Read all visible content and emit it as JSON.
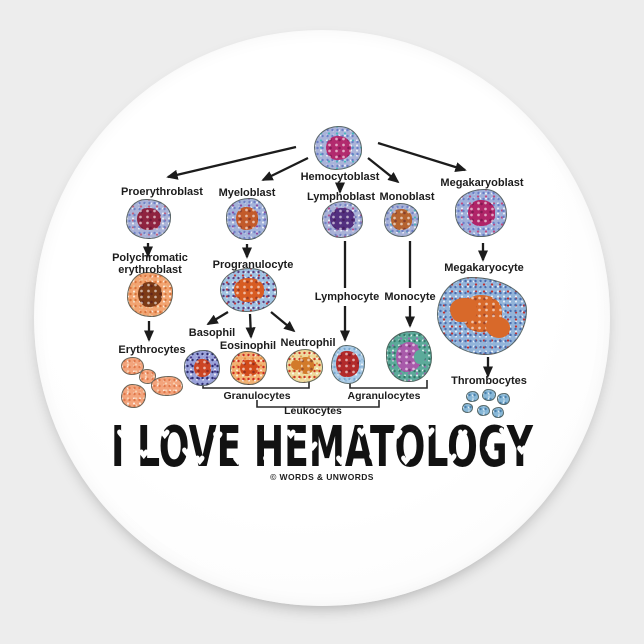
{
  "theme": {
    "backdrop": "#ededed",
    "sticker": "#fbfbfb",
    "ink": "#1c1c1c",
    "title_ink": "#121212",
    "heart": "#ffffff"
  },
  "title": {
    "text": "I LOVE HEMATOLOGY",
    "credit": "© WORDS & UNWORDS"
  },
  "diagram": {
    "labels": {
      "hemocytoblast": "Hemocytoblast",
      "proerythroblast": "Proerythroblast",
      "myeloblast": "Myeloblast",
      "lymphoblast": "Lymphoblast",
      "monoblast": "Monoblast",
      "megakaryoblast": "Megakaryoblast",
      "polychromatic_line1": "Polychromatic",
      "polychromatic_line2": "erythroblast",
      "progranulocyte": "Progranulocyte",
      "erythrocytes": "Erythrocytes",
      "basophil": "Basophil",
      "eosinophil": "Eosinophil",
      "neutrophil": "Neutrophil",
      "lymphocyte": "Lymphocyte",
      "monocyte": "Monocyte",
      "megakaryocyte": "Megakaryocyte",
      "thrombocytes": "Thrombocytes",
      "granulocytes": "Granulocytes",
      "agranulocytes": "Agranulocytes",
      "leukocytes": "Leukocytes"
    },
    "cells": {
      "hemocytoblast": {
        "cytoplasm": "#a9b3d9",
        "speckle": "#6b7ec6",
        "speckle2": "#48b8c0",
        "nucleus": "#b22a6e"
      },
      "proerythroblast": {
        "cytoplasm": "#aab3d8",
        "speckle": "#7083c8",
        "speckle2": "#c06080",
        "nucleus": "#8f2340"
      },
      "myeloblast": {
        "cytoplasm": "#a3b3da",
        "speckle": "#6d7fc6",
        "speckle2": "#8a4aa0",
        "nucleus": "#c25a2a"
      },
      "lymphoblast": {
        "cytoplasm": "#a9b2d7",
        "speckle": "#7282c4",
        "speckle2": "#b05090",
        "nucleus": "#533080"
      },
      "monoblast": {
        "cytoplasm": "#a8b1d6",
        "speckle": "#6e80c4",
        "speckle2": "#50b0b8",
        "nucleus": "#b5632f"
      },
      "megakaryoblast": {
        "cytoplasm": "#9fb0da",
        "speckle": "#6a7ec8",
        "speckle2": "#c04a80",
        "nucleus": "#b02468"
      },
      "polychromatic_erythroblast": {
        "cytoplasm": "#f2a471",
        "speckle": "#d9743c",
        "speckle2": "#e8c090",
        "nucleus": "#7c3a16"
      },
      "erythrocyte": {
        "cytoplasm": "#f3a47c",
        "speckle": "#e0784a",
        "speckle2": "#f8d0b0",
        "nucleus": "#e0784a"
      },
      "progranulocyte": {
        "cytoplasm": "#9fc2e2",
        "speckle": "#5a3e80",
        "speckle2": "#c03838",
        "nucleus": "#d85c22"
      },
      "basophil": {
        "cytoplasm": "#9aa2da",
        "speckle": "#2c2c6e",
        "speckle2": "#4a3a8a",
        "nucleus": "#cc4524"
      },
      "eosinophil": {
        "cytoplasm": "#f2b273",
        "speckle": "#cc2a22",
        "speckle2": "#e88a40",
        "nucleus": "#d24a1a"
      },
      "neutrophil": {
        "cytoplasm": "#eeda9c",
        "speckle": "#cc3a26",
        "speckle2": "#e0a050",
        "nucleus": "#d27a2a"
      },
      "lymphocyte": {
        "cytoplasm": "#aacbe6",
        "speckle": "#78a8d0",
        "speckle2": "#90b8da",
        "nucleus": "#b22a2a"
      },
      "monocyte": {
        "cytoplasm": "#5caa9a",
        "speckle": "#327868",
        "speckle2": "#9a6ab0",
        "nucleus": "#a85aaa"
      },
      "megakaryocyte": {
        "cytoplasm": "#92b4da",
        "speckle": "#4a6cae",
        "speckle2": "#c03030",
        "nucleus": "#d8692a"
      },
      "thrombocyte": {
        "cytoplasm": "#88b8d8",
        "speckle": "#4a80ac",
        "speckle2": "#b0d0e4",
        "nucleus": "#4a80ac"
      }
    }
  }
}
